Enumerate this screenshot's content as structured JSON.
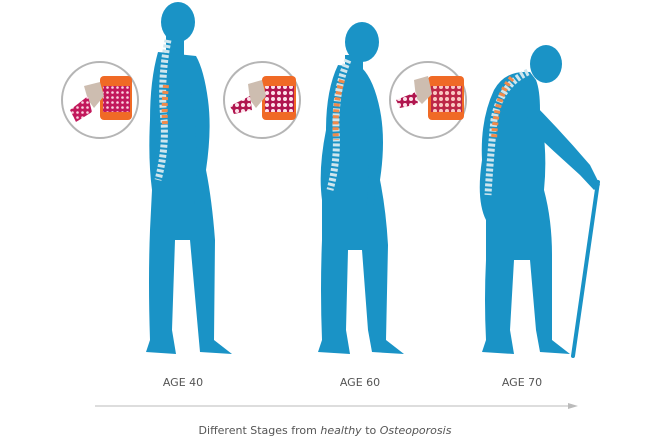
{
  "stages": [
    {
      "label": "AGE 40"
    },
    {
      "label": "AGE 60"
    },
    {
      "label": "AGE 70"
    }
  ],
  "caption": {
    "prefix": "Different Stages from ",
    "healthy": "healthy",
    "middle": " to ",
    "end": "Osteoporosis"
  },
  "colors": {
    "figure": "#1a93c6",
    "spine": "#f08a4b",
    "bone": "#d81b60",
    "arrow": "#bbbbbb"
  }
}
